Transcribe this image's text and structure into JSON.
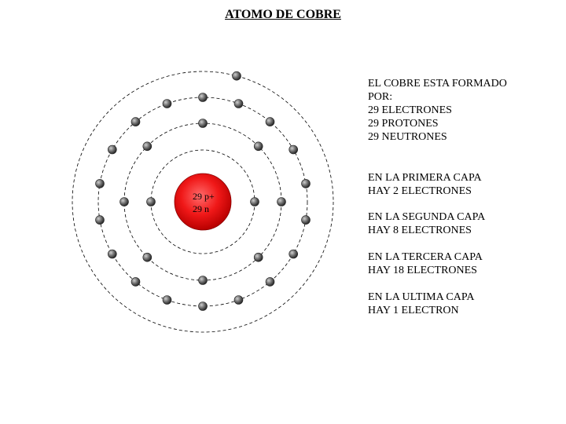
{
  "title": "ATOMO DE COBRE",
  "nucleus": {
    "line1": "29 p+",
    "line2": "29 n",
    "color": "#e8101a"
  },
  "shells": [
    {
      "electrons": 2
    },
    {
      "electrons": 8
    },
    {
      "electrons": 18
    },
    {
      "electrons": 1
    }
  ],
  "info": {
    "composition": [
      "EL COBRE ESTA FORMADO",
      "POR:",
      "29 ELECTRONES",
      "29 PROTONES",
      "29 NEUTRONES"
    ],
    "shell1": [
      "EN LA PRIMERA CAPA",
      "HAY  2 ELECTRONES"
    ],
    "shell2": [
      "EN LA SEGUNDA CAPA",
      "HAY  8 ELECTRONES"
    ],
    "shell3": [
      "EN LA TERCERA CAPA",
      "HAY  18 ELECTRONES"
    ],
    "shell4": [
      "EN LA ULTIMA CAPA",
      "HAY  1 ELECTRON"
    ]
  }
}
